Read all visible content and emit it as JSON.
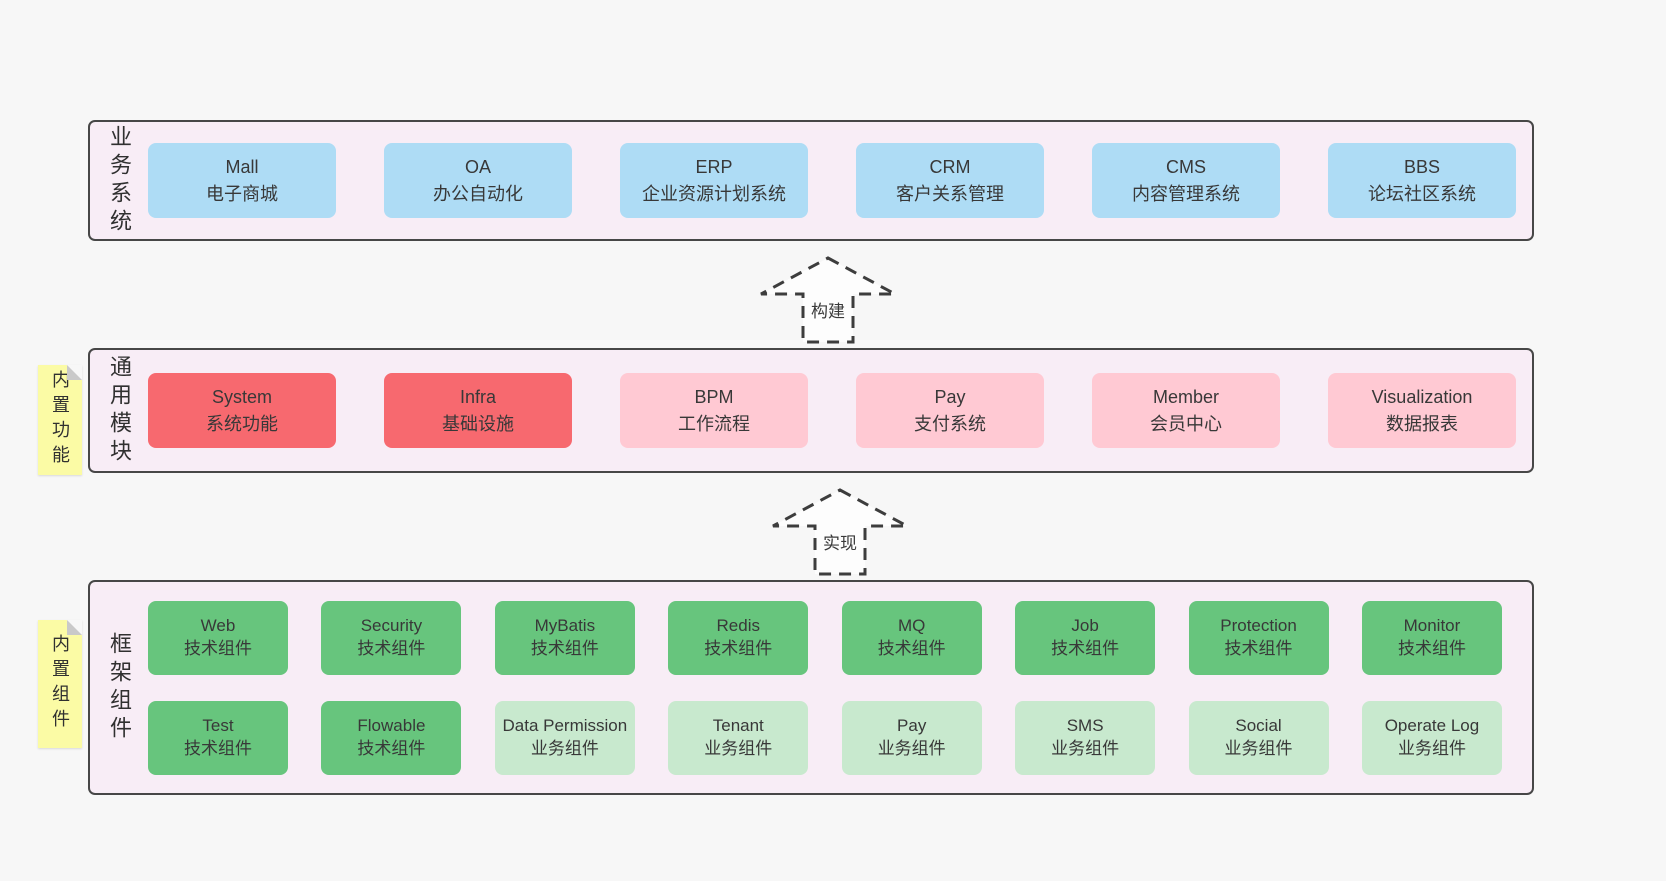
{
  "colors": {
    "pageBg": "#f7f7f7",
    "sectionBg": "#f8edf6",
    "border": "#474747",
    "blue": "#aedcf5",
    "red": "#f7696f",
    "pink": "#ffc9d3",
    "green": "#67c57d",
    "lightGreen": "#c8e9ce",
    "sticky": "#fbfba5",
    "stickyFold": "#c9c9c9",
    "text": "#3a3a3a"
  },
  "sections": {
    "business": {
      "label": "业务系统",
      "boxes": [
        {
          "title": "Mall",
          "subtitle": "电子商城"
        },
        {
          "title": "OA",
          "subtitle": "办公自动化"
        },
        {
          "title": "ERP",
          "subtitle": "企业资源计划系统"
        },
        {
          "title": "CRM",
          "subtitle": "客户关系管理"
        },
        {
          "title": "CMS",
          "subtitle": "内容管理系统"
        },
        {
          "title": "BBS",
          "subtitle": "论坛社区系统"
        }
      ]
    },
    "modules": {
      "label": "通用模块",
      "sticky": "内置功能",
      "boxes": [
        {
          "title": "System",
          "subtitle": "系统功能"
        },
        {
          "title": "Infra",
          "subtitle": "基础设施"
        },
        {
          "title": "BPM",
          "subtitle": "工作流程"
        },
        {
          "title": "Pay",
          "subtitle": "支付系统"
        },
        {
          "title": "Member",
          "subtitle": "会员中心"
        },
        {
          "title": "Visualization",
          "subtitle": "数据报表"
        }
      ]
    },
    "components": {
      "label": "框架组件",
      "sticky": "内置组件",
      "row1": [
        {
          "title": "Web",
          "subtitle": "技术组件"
        },
        {
          "title": "Security",
          "subtitle": "技术组件"
        },
        {
          "title": "MyBatis",
          "subtitle": "技术组件"
        },
        {
          "title": "Redis",
          "subtitle": "技术组件"
        },
        {
          "title": "MQ",
          "subtitle": "技术组件"
        },
        {
          "title": "Job",
          "subtitle": "技术组件"
        },
        {
          "title": "Protection",
          "subtitle": "技术组件"
        },
        {
          "title": "Monitor",
          "subtitle": "技术组件"
        }
      ],
      "row2": [
        {
          "title": "Test",
          "subtitle": "技术组件"
        },
        {
          "title": "Flowable",
          "subtitle": "技术组件"
        },
        {
          "title": "Data Permission",
          "subtitle": "业务组件"
        },
        {
          "title": "Tenant",
          "subtitle": "业务组件"
        },
        {
          "title": "Pay",
          "subtitle": "业务组件"
        },
        {
          "title": "SMS",
          "subtitle": "业务组件"
        },
        {
          "title": "Social",
          "subtitle": "业务组件"
        },
        {
          "title": "Operate Log",
          "subtitle": "业务组件"
        }
      ]
    }
  },
  "arrows": {
    "build": "构建",
    "implement": "实现"
  }
}
